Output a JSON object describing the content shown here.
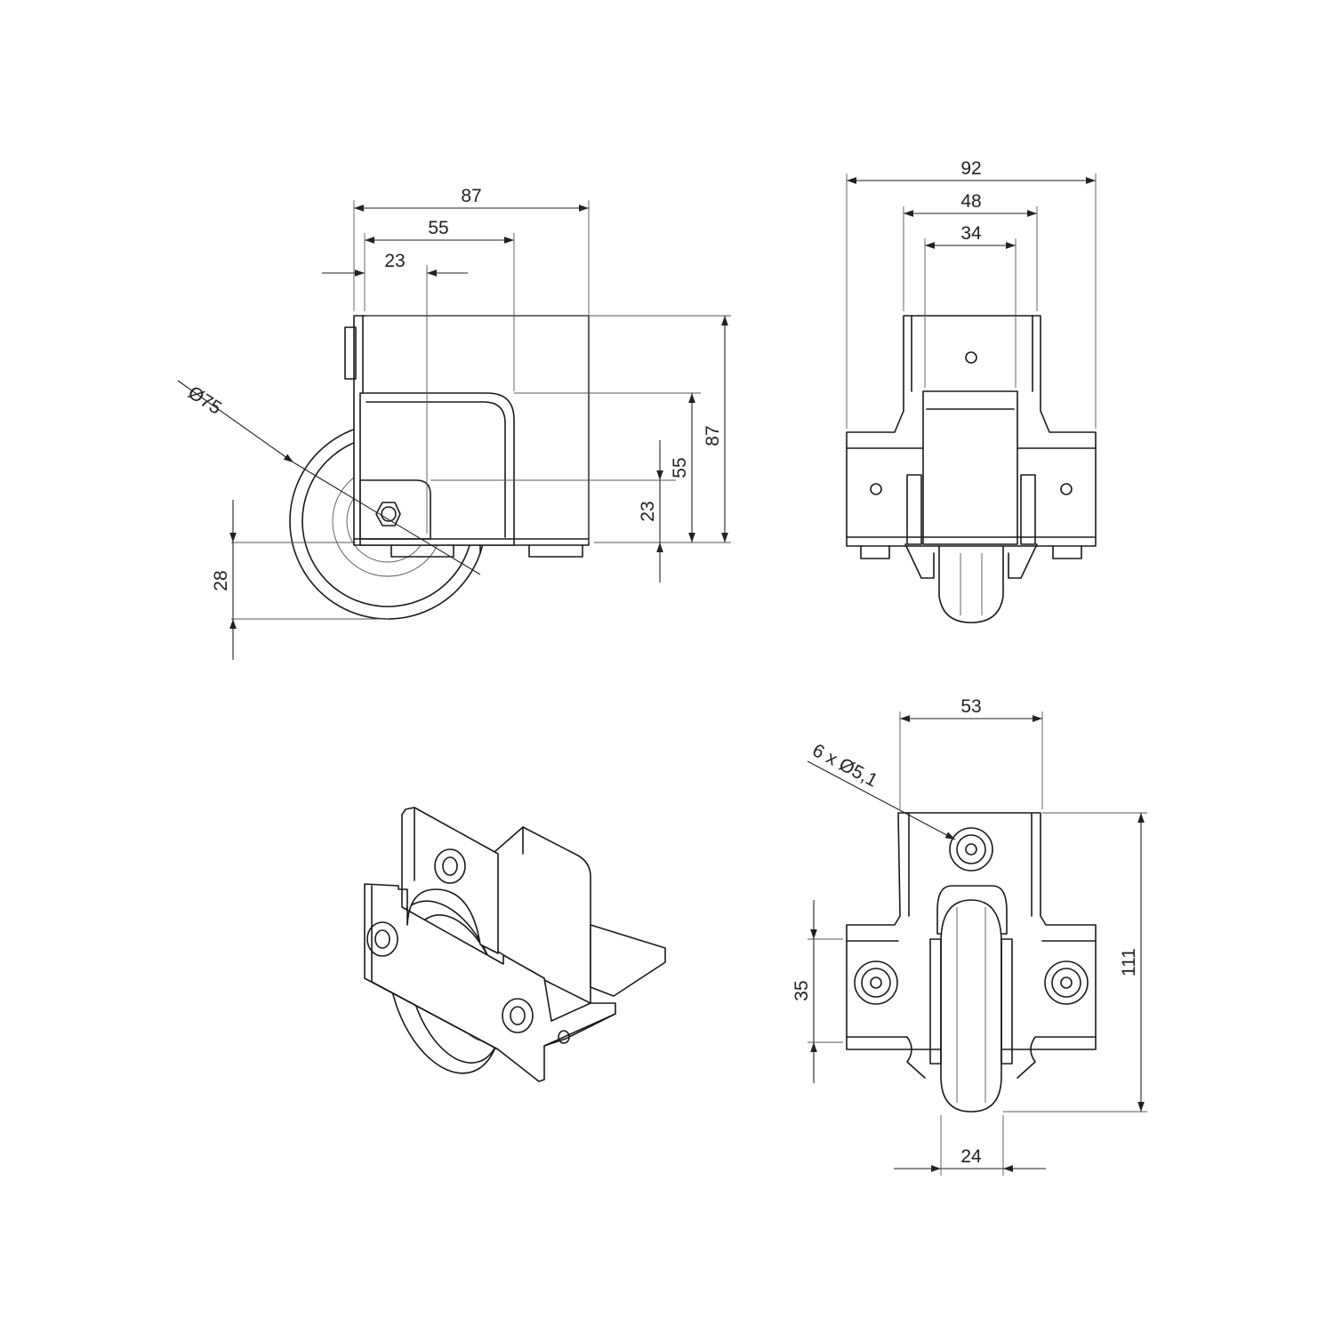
{
  "side_view": {
    "dim_overall_length": "87",
    "dim_mid_length": "55",
    "dim_short_length": "23",
    "dim_wheel_diameter": "Ø75",
    "dim_overall_height": "87",
    "dim_mid_height": "55",
    "dim_low_height": "23",
    "dim_wheel_offset": "28"
  },
  "front_view": {
    "dim_overall_width": "92",
    "dim_bracket_width": "48",
    "dim_housing_width": "34"
  },
  "bottom_view": {
    "dim_hole_pitch": "53",
    "dim_hole_spec": "6 x Ø5,1",
    "dim_flange_height": "35",
    "dim_overall_depth": "111",
    "dim_wheel_width": "24"
  },
  "colors": {
    "line": "#1a1a1a",
    "background": "#ffffff"
  }
}
